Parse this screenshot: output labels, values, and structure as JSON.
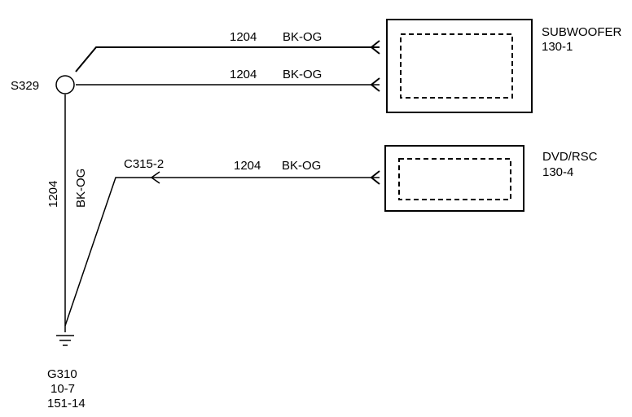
{
  "splice": {
    "label": "S329"
  },
  "wires": [
    {
      "circuit": "1204",
      "color": "BK-OG"
    },
    {
      "circuit": "1204",
      "color": "BK-OG"
    },
    {
      "circuit": "1204",
      "color": "BK-OG"
    },
    {
      "circuit": "1204",
      "color": "BK-OG"
    }
  ],
  "connector": {
    "label": "C315-2"
  },
  "components": [
    {
      "name": "SUBWOOFER",
      "ref": "130-1"
    },
    {
      "name": "DVD/RSC",
      "ref": "130-4"
    }
  ],
  "ground": {
    "label": "G310",
    "refs": [
      "10-7",
      "151-14"
    ]
  }
}
